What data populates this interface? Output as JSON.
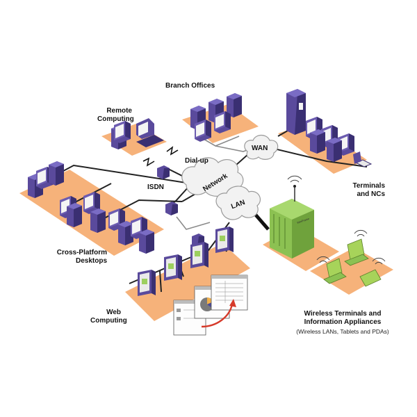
{
  "labels": {
    "branch_offices": "Branch Offices",
    "remote_computing": [
      "Remote",
      "Computing"
    ],
    "dial_up": "Dial-up",
    "isdn": "ISDN",
    "wan": "WAN",
    "network": "Network",
    "lan": "LAN",
    "terminals": [
      "Terminals",
      "and NCs"
    ],
    "cross_platform": [
      "Cross-Platform",
      "Desktops"
    ],
    "web_computing": [
      "Web",
      "Computing"
    ],
    "wireless": [
      "Wireless Terminals and",
      "Information Appliances"
    ],
    "wireless_sub": "(Wireless LANs, Tablets and PDAs)",
    "winframe": "WinFrame"
  },
  "colors": {
    "platform": "#f6b27a",
    "device": "#5a4a9c",
    "device_dark": "#3a2f72",
    "cable": "#222222",
    "cable_light": "#8a8a8a",
    "cloud": "#f2f2f2",
    "server": "#8cc152",
    "wireless": "#a7d35a"
  }
}
